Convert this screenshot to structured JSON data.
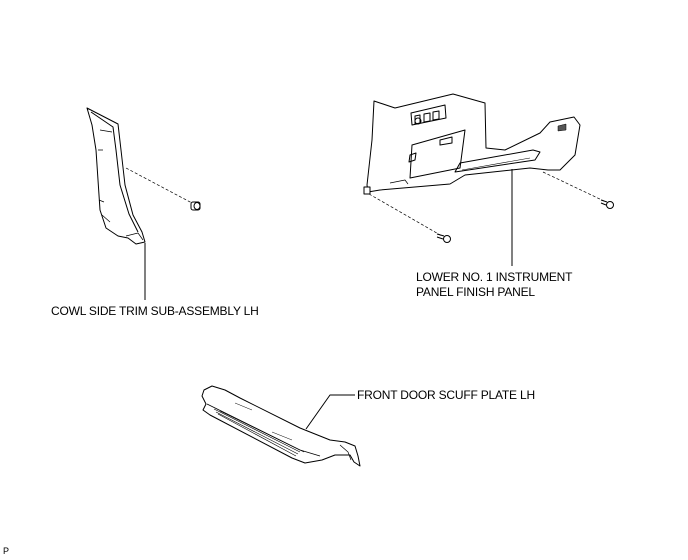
{
  "labels": {
    "cowl_side_trim": "COWL SIDE TRIM SUB-ASSEMBLY LH",
    "instrument_panel_line1": "LOWER NO. 1 INSTRUMENT",
    "instrument_panel_line2": "PANEL FINISH PANEL",
    "scuff_plate": "FRONT DOOR SCUFF PLATE LH"
  },
  "corner_code": "P"
}
